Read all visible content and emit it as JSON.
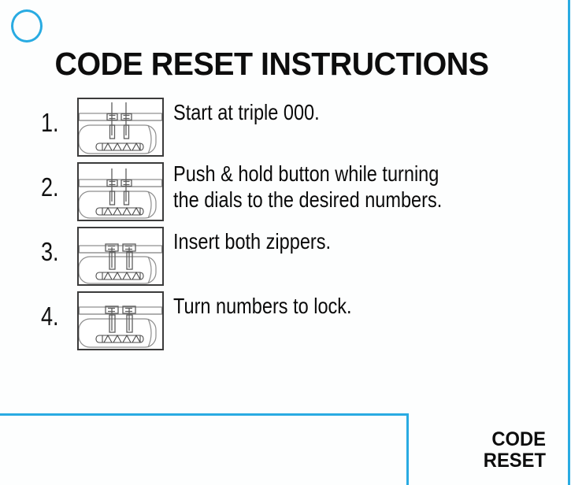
{
  "colors": {
    "accent": "#29abe2",
    "ink": "#0d0d0d",
    "figure_stroke": "#3b3b3b"
  },
  "header": {
    "title": "CODE RESET INSTRUCTIONS"
  },
  "steps": [
    {
      "number": "1.",
      "text": "Start at triple 000.",
      "figure": "luggage-lock-dials-zero"
    },
    {
      "number": "2.",
      "text": "Push & hold button while turning\nthe dials to the desired numbers.",
      "figure": "luggage-lock-push-hold-button"
    },
    {
      "number": "3.",
      "text": "Insert both zippers.",
      "figure": "luggage-lock-zippers-inserted"
    },
    {
      "number": "4.",
      "text": "Turn numbers to lock.",
      "figure": "luggage-lock-turn-to-lock"
    }
  ],
  "brand": {
    "line1": "CODE",
    "line2": "RESET"
  }
}
